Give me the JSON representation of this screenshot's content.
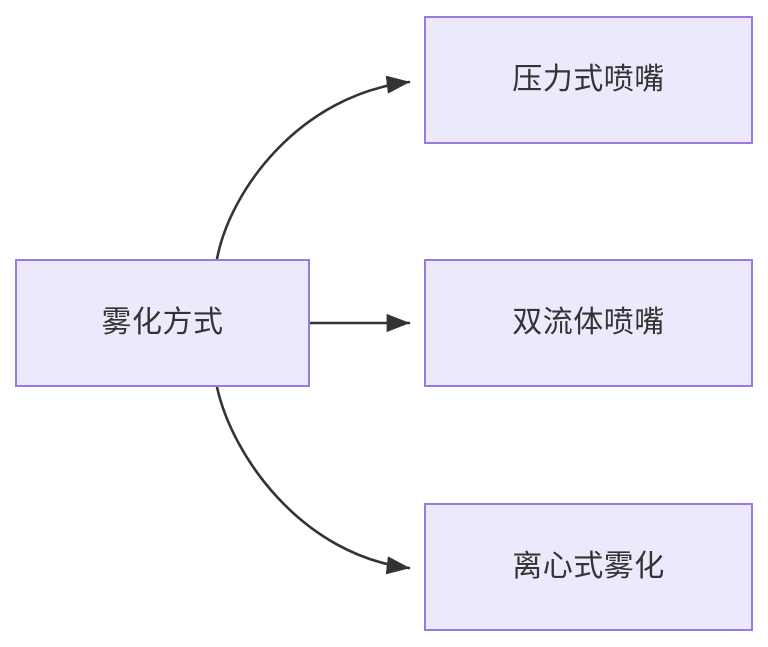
{
  "diagram": {
    "type": "flowchart",
    "orientation": "left-to-right",
    "background_color": "#ffffff",
    "node_fill_color": "#ece9fc",
    "node_border_color": "#9a7ae0",
    "node_text_color": "#333333",
    "edge_color": "#333333",
    "nodes": [
      {
        "id": "source",
        "label": "雾化方式"
      },
      {
        "id": "t1",
        "label": "压力式喷嘴"
      },
      {
        "id": "t2",
        "label": "双流体喷嘴"
      },
      {
        "id": "t3",
        "label": "离心式雾化"
      }
    ],
    "edges": [
      {
        "id": "e1",
        "from": "雾化方式",
        "to": "压力式喷嘴",
        "label": "",
        "style": "curved-arrow"
      },
      {
        "id": "e2",
        "from": "雾化方式",
        "to": "双流体喷嘴",
        "label": "",
        "style": "straight-arrow"
      },
      {
        "id": "e3",
        "from": "雾化方式",
        "to": "离心式雾化",
        "label": "",
        "style": "curved-arrow"
      }
    ]
  }
}
